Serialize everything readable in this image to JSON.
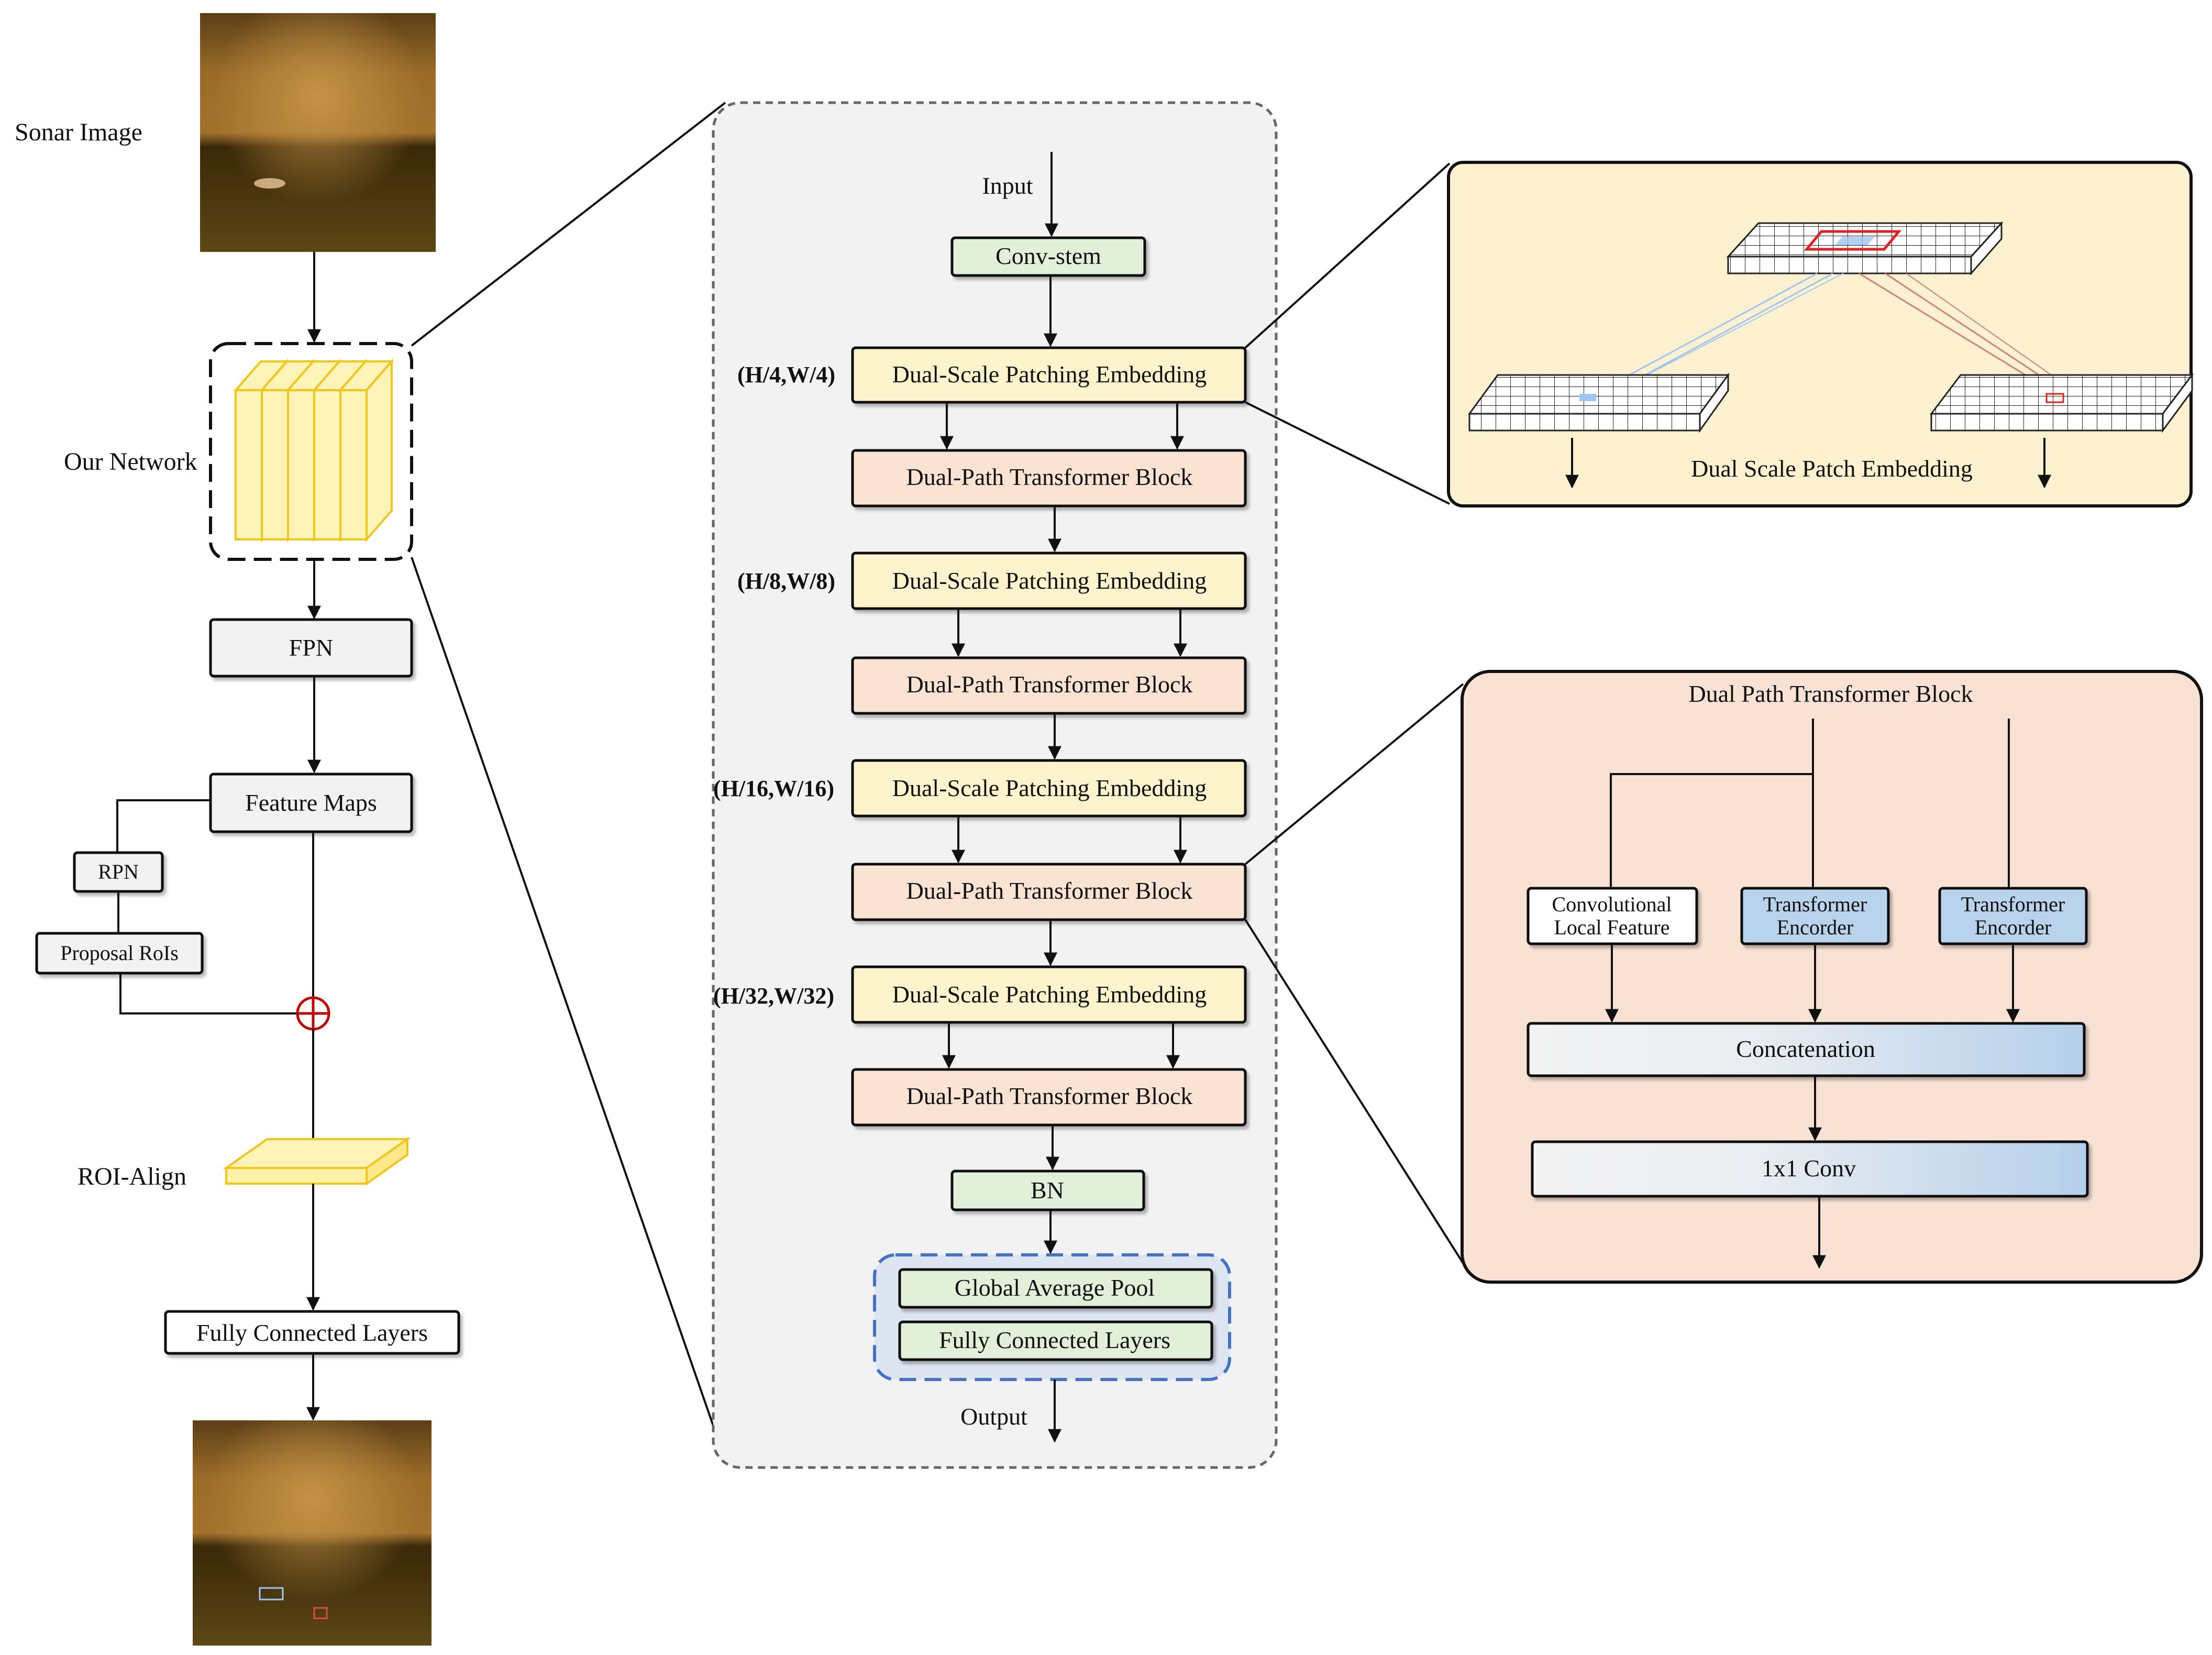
{
  "left": {
    "sonar_image_label": "Sonar Image",
    "our_network_label": "Our Network",
    "fpn": "FPN",
    "feature_maps": "Feature Maps",
    "rpn": "RPN",
    "proposal_rois": "Proposal RoIs",
    "roi_align_label": "ROI-Align",
    "fully_connected": "Fully Connected Layers"
  },
  "middle": {
    "input": "Input",
    "conv_stem": "Conv-stem",
    "stages": [
      {
        "scale": "(H/4,W/4)",
        "embedding": "Dual-Scale Patching Embedding",
        "block": "Dual-Path Transformer Block"
      },
      {
        "scale": "(H/8,W/8)",
        "embedding": "Dual-Scale Patching Embedding",
        "block": "Dual-Path Transformer Block"
      },
      {
        "scale": "(H/16,W/16)",
        "embedding": "Dual-Scale Patching Embedding",
        "block": "Dual-Path Transformer Block"
      },
      {
        "scale": "(H/32,W/32)",
        "embedding": "Dual-Scale Patching Embedding",
        "block": "Dual-Path Transformer Block"
      }
    ],
    "bn": "BN",
    "global_avg_pool": "Global Average Pool",
    "fully_connected": "Fully Connected Layers",
    "output": "Output"
  },
  "right_top": {
    "caption": "Dual Scale Patch Embedding"
  },
  "right_bottom": {
    "title": "Dual Path Transformer Block",
    "conv_local_line1": "Convolutional",
    "conv_local_line2": "Local Feature",
    "encoder1_line1": "Transformer",
    "encoder1_line2": "Encorder",
    "encoder2_line1": "Transformer",
    "encoder2_line2": "Encorder",
    "concatenation": "Concatenation",
    "conv1x1": "1x1 Conv"
  },
  "colors": {
    "yellow_box": "#fdf3cc",
    "peach_box": "#fbe3d4",
    "green_box": "#e2f0d9",
    "blue_box": "#b9d3ec",
    "grey_box": "#f2f2f2",
    "panel_yellow": "#fdf1cf",
    "panel_peach": "#f9e2d3",
    "add_symbol": "#c00000"
  }
}
